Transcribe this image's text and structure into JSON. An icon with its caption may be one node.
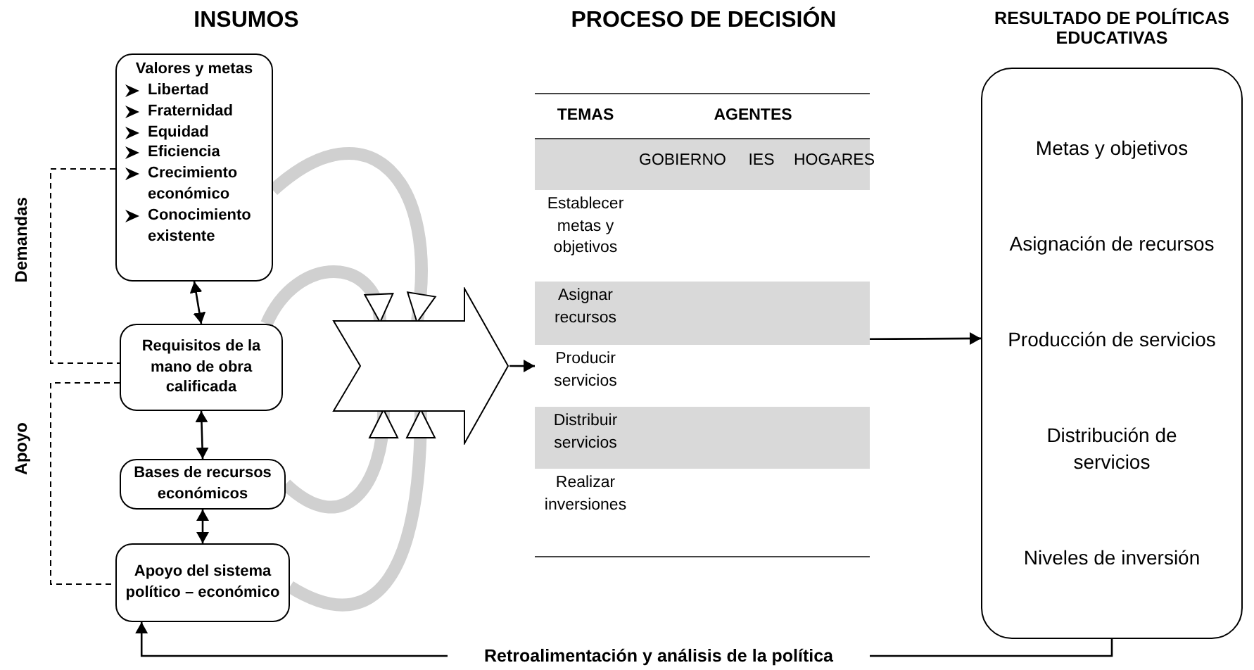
{
  "diagram": {
    "nodes": [
      {
        "text": [
          "Valores y metas",
          "Libertad",
          "Fraternidad",
          "Equidad",
          "Eficiencia",
          "Crecimiento económico",
          "Conocimiento existente"
        ]
      },
      {
        "text": [
          "Requisitos de la mano de obra calificada"
        ]
      },
      {
        "text": [
          "Bases de recursos económicos"
        ]
      },
      {
        "text": [
          "Apoyo del sistema político – económico"
        ]
      },
      {
        "text": [],
        "shape": "arrow"
      },
      {
        "text": [
          "TEMAS",
          "AGENTES",
          "GOBIERNO",
          "IES",
          "HOGARES",
          "Establecer metas y objetivos",
          "Asignar recursos",
          "Producir servicios",
          "Distribuir servicios",
          "Realizar inversiones"
        ]
      },
      {
        "text": [
          "Metas y objetivos",
          "Asignación de recursos",
          "Producción de servicios",
          "Distribución de servicios",
          "Niveles de inversión"
        ]
      }
    ],
    "edges": [
      {
        "from": 0,
        "to": 1,
        "arrow": "both"
      },
      {
        "from": 1,
        "to": 2,
        "arrow": "both"
      },
      {
        "from": 2,
        "to": 3,
        "arrow": "both"
      },
      {
        "from": 0,
        "to": 4,
        "arrow": "to",
        "style": "thick",
        "color": "#d0d0d0"
      },
      {
        "from": 1,
        "to": 4,
        "arrow": "to",
        "style": "thick",
        "color": "#d0d0d0"
      },
      {
        "from": 2,
        "to": 4,
        "arrow": "to",
        "style": "thick",
        "color": "#d0d0d0"
      },
      {
        "from": 3,
        "to": 4,
        "arrow": "to",
        "style": "thick",
        "color": "#d0d0d0"
      },
      {
        "from": 4,
        "to": 5,
        "arrow": "to"
      },
      {
        "from": 5,
        "to": 6,
        "arrow": "to"
      },
      {
        "from": 6,
        "to": 3,
        "arrow": "to",
        "label": "Retroalimentación y análisis de la política"
      }
    ],
    "labels": [
      "INSUMOS",
      "PROCESO DE DECISIÓN",
      "RESULTADO DE POLÍTICAS EDUCATIVAS",
      "Demandas",
      "Apoyo"
    ]
  }
}
